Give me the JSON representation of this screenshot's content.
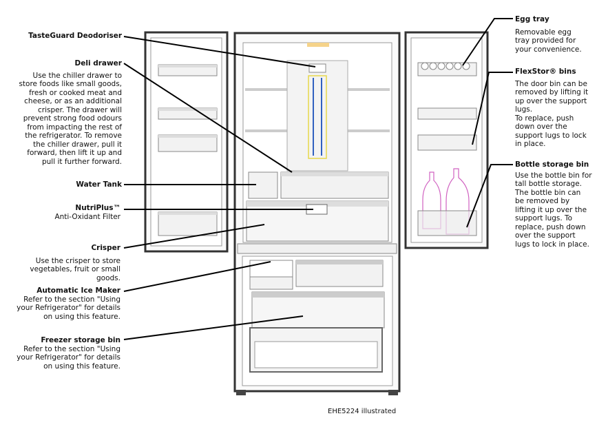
{
  "labels": {
    "tasteguard": {
      "title": "TasteGuard Deodoriser"
    },
    "deli": {
      "title": "Deli drawer",
      "body": "Use the chiller drawer to\nstore foods like small goods,\nfresh or cooked meat and\ncheese, or as an additional\ncrisper. The drawer will\nprevent strong food odours\nfrom impacting the rest of\nthe refrigerator. To remove\nthe chiller drawer, pull it\nforward, then lift it up and\npull it further forward."
    },
    "water_tank": {
      "title": "Water Tank"
    },
    "nutriplus": {
      "title": "NutriPlus™",
      "body": "Anti-Oxidant Filter"
    },
    "crisper": {
      "title": "Crisper",
      "body": "Use the crisper to store\nvegetables, fruit or small\ngoods."
    },
    "ice_maker": {
      "title": "Automatic Ice Maker",
      "body": "Refer to the section \"Using\nyour Refrigerator\" for details\non using this feature."
    },
    "freezer_bin": {
      "title": "Freezer storage bin",
      "body": "Refer to the section \"Using\nyour Refrigerator\" for details\non using this feature."
    },
    "egg_tray": {
      "title": "Egg  tray",
      "body": "Removable egg\ntray provided for\nyour convenience."
    },
    "flexstor": {
      "title": "FlexStor® bins",
      "body": "The door bin can be\nremoved by lifting it\nup over the support\nlugs.\nTo replace, push\ndown over the\nsupport lugs to lock\nin place."
    },
    "bottle_bin": {
      "title": "Bottle storage bin",
      "body": "Use the bottle bin for\ntall bottle storage.\nThe bottle bin can\nbe removed by\nlifting it up over the\nsupport lugs. To\nreplace, push down\nover the support\nlugs to lock in place."
    }
  },
  "caption": "EHE5224 illustrated",
  "colors": {
    "outline": "#333333",
    "shelf": "#bbbbbb",
    "light": "#f5d38a",
    "blue": "#3060c0",
    "yellow": "#e8d84a",
    "bottle": "#d060c0"
  }
}
